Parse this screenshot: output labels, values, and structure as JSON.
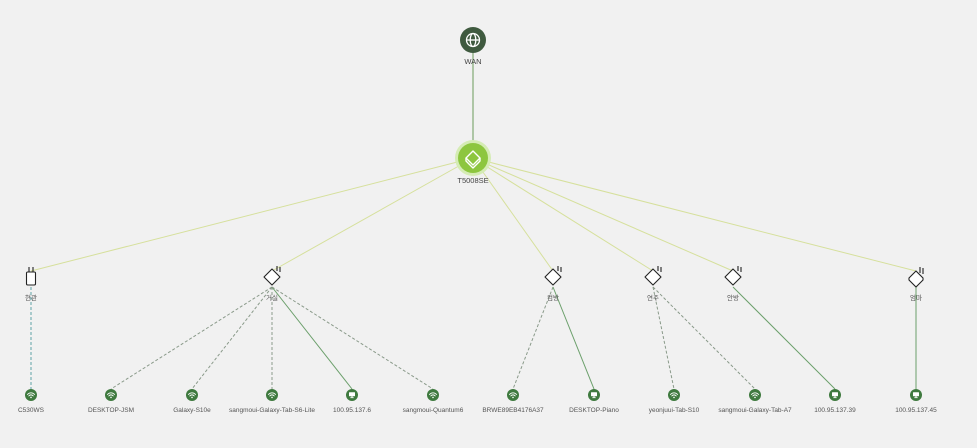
{
  "colors": {
    "background": "#f1f1f1",
    "wan_fill": "#3f5a3f",
    "router_fill": "#8dc63f",
    "router_ring": "#d5ecb4",
    "client_fill": "#3f7a3f",
    "link_wan": "#6a9a5a",
    "link_backbone": "#d6e09c",
    "link_wired": "#6b9f6b",
    "link_wireless_ap": "#8a9a8a",
    "link_wireless_router": "#5fa3a8"
  },
  "wan": {
    "label": "WAN",
    "icon": "globe-icon"
  },
  "router": {
    "label": "T5008SE",
    "icon": "router-icon"
  },
  "aps": [
    {
      "id": "ap0",
      "label": "현관",
      "icon": "mesh-plug-icon"
    },
    {
      "id": "ap1",
      "label": "거실",
      "icon": "extender-icon"
    },
    {
      "id": "ap2",
      "label": "컴방",
      "icon": "extender-icon"
    },
    {
      "id": "ap3",
      "label": "연주",
      "icon": "extender-icon"
    },
    {
      "id": "ap4",
      "label": "안방",
      "icon": "extender-icon"
    },
    {
      "id": "ap5",
      "label": "엄마",
      "icon": "router-small-icon"
    }
  ],
  "clients": [
    {
      "label": "C530WS",
      "parent": "ap0",
      "conn": "wireless",
      "icon": "wifi-icon"
    },
    {
      "label": "DESKTOP-JSM",
      "parent": "ap1",
      "conn": "wireless",
      "icon": "wifi-icon"
    },
    {
      "label": "Galaxy-S10e",
      "parent": "ap1",
      "conn": "wireless",
      "icon": "wifi-icon"
    },
    {
      "label": "sangmoui-Galaxy-Tab-S6-Lite",
      "parent": "ap1",
      "conn": "wireless",
      "icon": "wifi-icon"
    },
    {
      "label": "100.95.137.6",
      "parent": "ap1",
      "conn": "wired",
      "icon": "monitor-icon"
    },
    {
      "label": "sangmoui-Quantum6",
      "parent": "ap1",
      "conn": "wireless",
      "icon": "wifi-icon"
    },
    {
      "label": "BRWE89EB4176A37",
      "parent": "ap2",
      "conn": "wireless",
      "icon": "wifi-icon"
    },
    {
      "label": "DESKTOP-Piano",
      "parent": "ap2",
      "conn": "wired",
      "icon": "monitor-icon"
    },
    {
      "label": "yeonjuui-Tab-S10",
      "parent": "ap3",
      "conn": "wireless",
      "icon": "wifi-icon"
    },
    {
      "label": "sangmoui-Galaxy-Tab-A7",
      "parent": "ap3",
      "conn": "wireless",
      "icon": "wifi-icon"
    },
    {
      "label": "100.95.137.39",
      "parent": "ap4",
      "conn": "wired",
      "icon": "monitor-icon"
    },
    {
      "label": "100.95.137.45",
      "parent": "ap5",
      "conn": "wired",
      "icon": "monitor-icon"
    }
  ]
}
